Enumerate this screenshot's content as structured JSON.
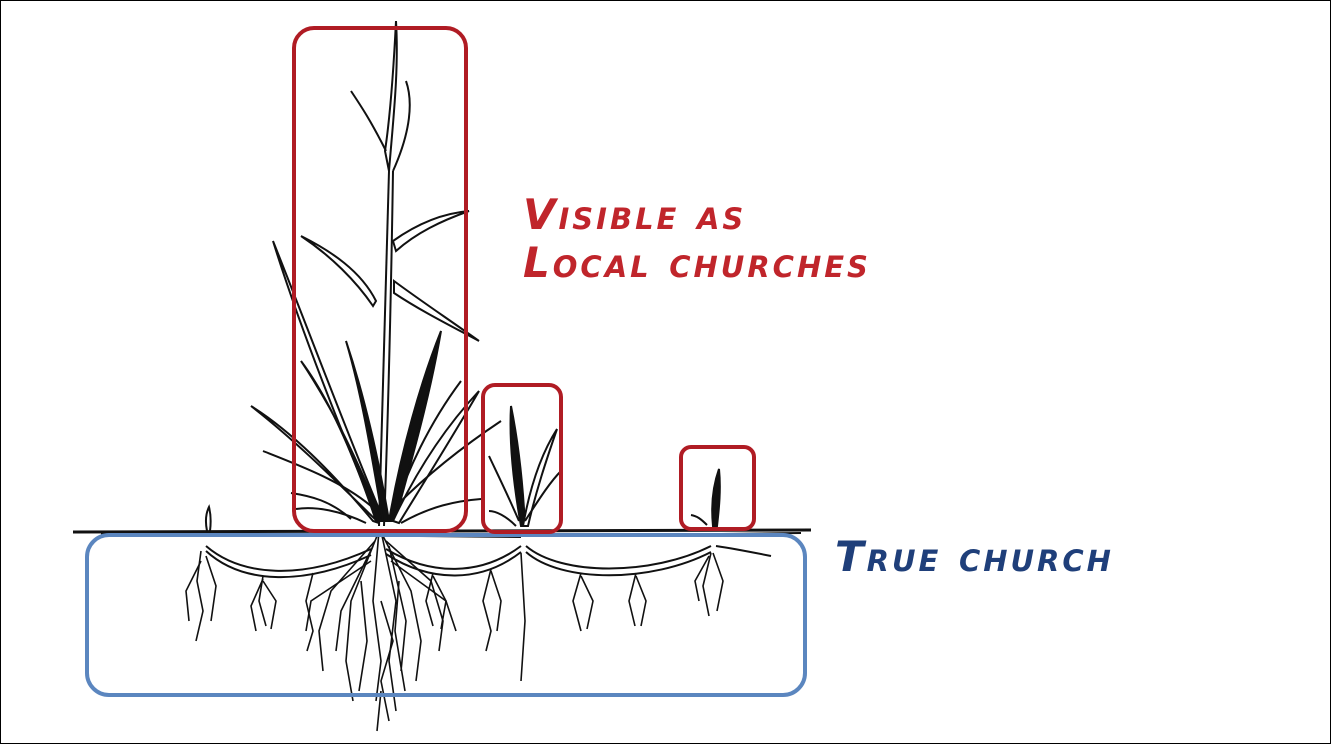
{
  "labels": {
    "visible_line1": "Visible as",
    "visible_line2": "Local churches",
    "true_church": "True church"
  },
  "colors": {
    "visible_box": "#b01c24",
    "true_box": "#5b86bf",
    "visible_text": "#c0252b",
    "true_text": "#1f3f7a",
    "ink": "#111111"
  },
  "icons": [
    "grass-plant-icon",
    "roots-icon"
  ]
}
